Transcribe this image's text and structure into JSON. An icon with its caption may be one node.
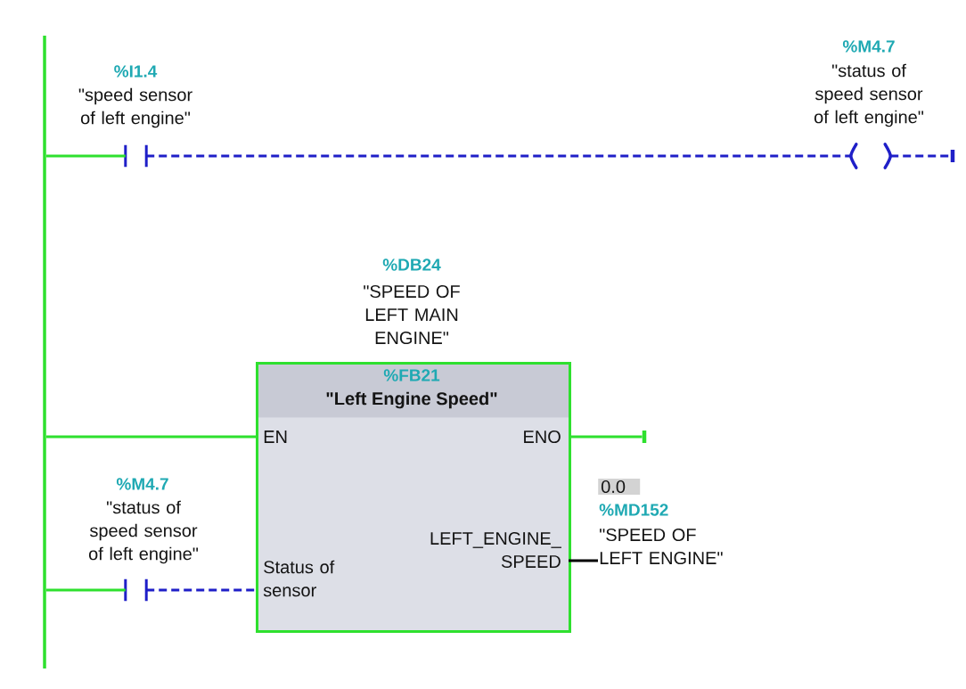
{
  "diagram": {
    "nodes": [
      {
        "text": [],
        "shape": "bar"
      },
      {
        "text": [
          "%I1.4",
          "\"speed sensor of left engine\""
        ]
      },
      {
        "text": [
          "%M4.7",
          "\"status of speed sensor of left engine\""
        ]
      },
      {
        "text": [
          "%DB24",
          "\"SPEED OF LEFT MAIN ENGINE\"",
          "%FB21",
          "\"Left Engine Speed\""
        ]
      },
      {
        "text": [
          "EN"
        ],
        "in": 3
      },
      {
        "text": [
          "ENO"
        ],
        "in": 3
      },
      {
        "text": [
          "Status of sensor"
        ],
        "in": 3
      },
      {
        "text": [
          "LEFT_ENGINE_ SPEED"
        ],
        "in": 3
      },
      {
        "text": [
          "%M4.7",
          "\"status of speed sensor of left engine\""
        ]
      },
      {
        "text": [
          "0.0",
          "%MD152",
          "\"SPEED OF LEFT ENGINE\""
        ]
      },
      {
        "text": [],
        "shape": "bar"
      },
      {
        "text": [],
        "shape": "bar"
      }
    ],
    "edges": [
      {
        "from": 0,
        "to": 1,
        "arrow": "none"
      },
      {
        "from": 1,
        "to": 2,
        "arrow": "none",
        "style": "dashed",
        "color": "#1f1fc8"
      },
      {
        "from": 2,
        "to": 10,
        "arrow": "none",
        "style": "dashed",
        "color": "#1f1fc8"
      },
      {
        "from": 0,
        "to": 4,
        "arrow": "none"
      },
      {
        "from": 5,
        "to": 11,
        "arrow": "none"
      },
      {
        "from": 0,
        "to": 8,
        "arrow": "none"
      },
      {
        "from": 8,
        "to": 6,
        "arrow": "none",
        "style": "dashed",
        "color": "#1f1fc8"
      },
      {
        "from": 7,
        "to": 9,
        "arrow": "none",
        "color": "#000000"
      }
    ]
  }
}
